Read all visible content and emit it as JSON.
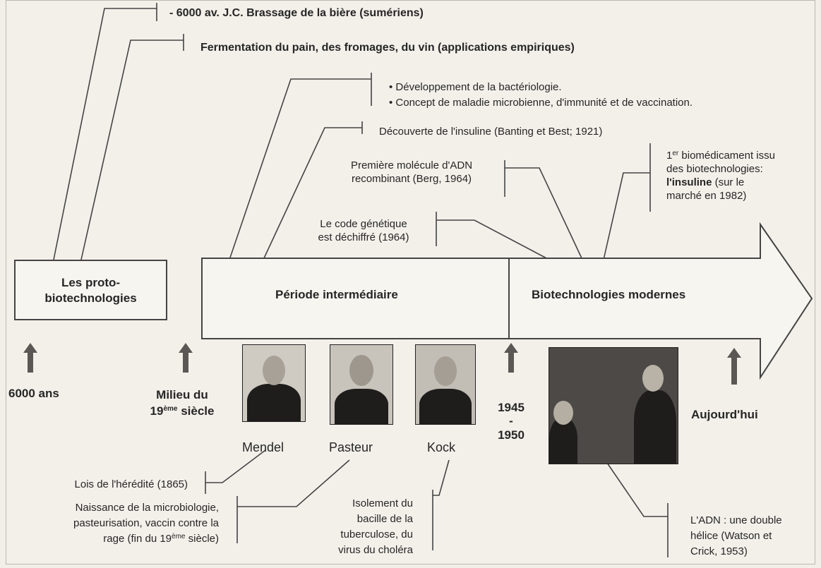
{
  "top": {
    "item1": "- 6000 av. J.C. Brassage de la bière (sumériens)",
    "item2": "Fermentation du pain, des fromages, du vin (applications empiriques)",
    "item3a": "• Développement de la bactériologie.",
    "item3b": "• Concept de maladie microbienne, d'immunité et de vaccination.",
    "item4": "Découverte de l'insuline (Banting et Best; 1921)",
    "adn_recomb_1": "Première molécule d'ADN",
    "adn_recomb_2": "recombinant (Berg, 1964)",
    "code_1": "Le code génétique",
    "code_2": "est déchiffré (1964)",
    "biomed_1_a": "1",
    "biomed_1_sup": "er",
    "biomed_1_b": " biomédicament issu",
    "biomed_2": "des biotechnologies:",
    "biomed_3_bold": "l'insuline",
    "biomed_3_rest": " (sur le",
    "biomed_4": "marché en 1982)"
  },
  "periods": {
    "proto_1": "Les proto-",
    "proto_2": "biotechnologies",
    "intermediate": "Période intermédiaire",
    "modern": "Biotechnologies modernes"
  },
  "dates": {
    "d1": "6000 ans",
    "d2_a": "Milieu du",
    "d2_b_pre": "19",
    "d2_b_sup": "ème",
    "d2_b_post": " siècle",
    "d3_a": "1945",
    "d3_b": "-",
    "d3_c": "1950",
    "d4": "Aujourd'hui"
  },
  "people": {
    "mendel": "Mendel",
    "pasteur": "Pasteur",
    "kock": "Kock"
  },
  "bottom": {
    "lois": "Lois de l'hérédité (1865)",
    "naiss_1": "Naissance de la microbiologie,",
    "naiss_2": "pasteurisation, vaccin contre la",
    "naiss_3": "rage (fin du 19",
    "naiss_3_sup": "ème",
    "naiss_3_post": " siècle)",
    "iso_1": "Isolement du",
    "iso_2": "bacille de la",
    "iso_3": "tuberculose, du",
    "iso_4": "virus du choléra",
    "adn_1": "L'ADN : une double",
    "adn_2": "hélice (Watson et",
    "adn_3": "Crick, 1953)"
  },
  "colors": {
    "line": "#444444",
    "arrow_up": "#5a5754",
    "text": "#262626"
  }
}
